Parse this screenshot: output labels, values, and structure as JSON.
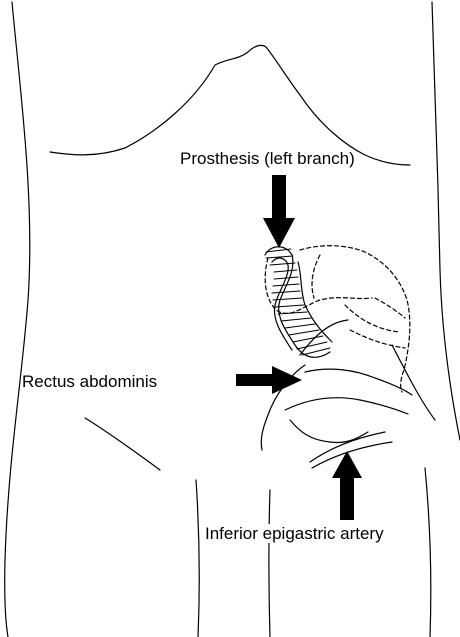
{
  "labels": {
    "prosthesis": "Prosthesis (left branch)",
    "rectus": "Rectus abdominis",
    "epigastric": "Inferior epigastric artery"
  },
  "colors": {
    "line": "#000000",
    "background": "#ffffff"
  }
}
